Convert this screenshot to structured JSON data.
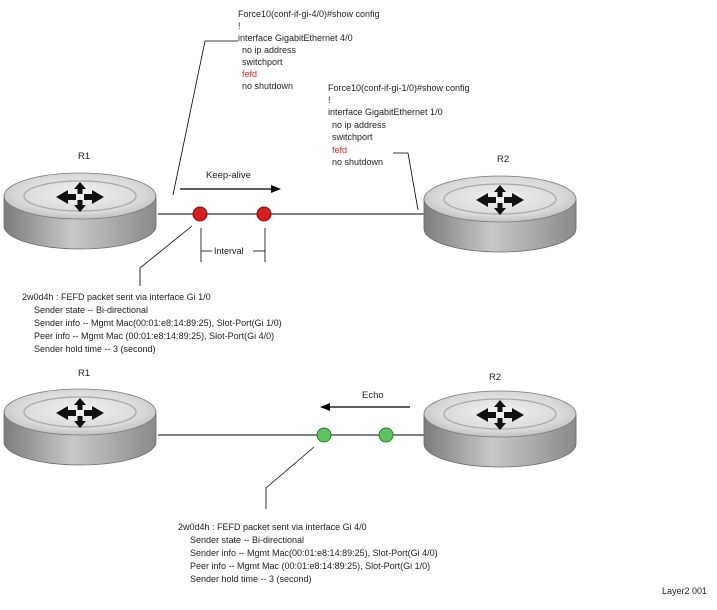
{
  "colors": {
    "keepalive_dot": "#d62020",
    "echo_dot": "#5cc45c",
    "fefd_highlight": "#d42b2b",
    "router_top": "#d6d6d6",
    "router_side": "#9a9a9a"
  },
  "top_scene": {
    "r1_label": "R1",
    "r2_label": "R2",
    "arrow_label": "Keep-alive",
    "interval_label": "Interval",
    "config_r1": {
      "prompt": "Force10(conf-if-gi-4/0)#show config",
      "bang": "!",
      "interface": "interface GigabitEthernet 4/0",
      "line1": "no ip address",
      "line2": "switchport",
      "fefd": "fefd",
      "line3": "no shutdown"
    },
    "config_r2": {
      "prompt": "Force10(conf-if-gi-1/0)#show config",
      "bang": "!",
      "interface": "interface GigabitEthernet 1/0",
      "line1": "no ip address",
      "line2": "switchport",
      "fefd": "fefd",
      "line3": "no shutdown"
    },
    "packet_info": {
      "header": "2w0d4h : FEFD packet sent via interface Gi 1/0",
      "state": "Sender state -- Bi-directional",
      "sender": "Sender info -- Mgmt Mac(00:01:e8:14:89:25), Slot-Port(Gi 1/0)",
      "peer": "Peer info -- Mgmt Mac (00:01:e8:14:89:25), Slot-Port(Gi 4/0)",
      "hold": "Sender hold time -- 3 (second)"
    }
  },
  "bottom_scene": {
    "r1_label": "R1",
    "r2_label": "R2",
    "arrow_label": "Echo",
    "packet_info": {
      "header": "2w0d4h : FEFD packet sent via interface Gi 4/0",
      "state": "Sender state -- Bi-directional",
      "sender": "Sender info -- Mgmt Mac(00:01:e8:14:89:25), Slot-Port(Gi 4/0)",
      "peer": "Peer info -- Mgmt Mac (00:01:e8:14:89:25), Slot-Port(Gi 1/0)",
      "hold": "Sender hold time -- 3 (second)"
    }
  },
  "figure_id": "Layer2 001"
}
